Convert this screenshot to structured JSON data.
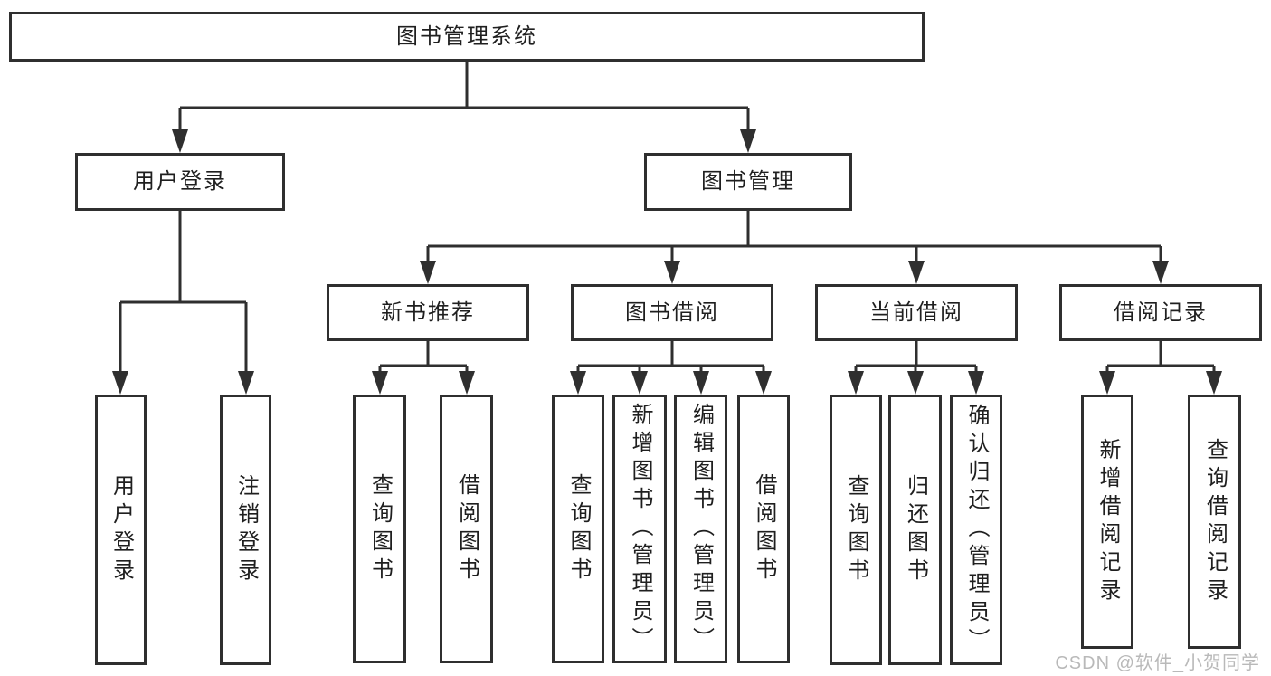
{
  "colors": {
    "line": "#2f2f2f",
    "text": "#1f1f1f",
    "box_bg": "#ffffff",
    "watermark": "#b9b9b9"
  },
  "tree": {
    "root": {
      "label": "图书管理系统"
    },
    "level2": [
      {
        "label": "用户登录"
      },
      {
        "label": "图书管理"
      }
    ],
    "level3": [
      {
        "label": "新书推荐"
      },
      {
        "label": "图书借阅"
      },
      {
        "label": "当前借阅"
      },
      {
        "label": "借阅记录"
      }
    ],
    "leaves": {
      "user_login": [
        {
          "label": "用户登录"
        },
        {
          "label": "注销登录"
        }
      ],
      "new_book_recommend": [
        {
          "label": "查询图书"
        },
        {
          "label": "借阅图书"
        }
      ],
      "book_borrow": [
        {
          "label": "查询图书"
        },
        {
          "label": "新增图书（管理员）"
        },
        {
          "label": "编辑图书（管理员）"
        },
        {
          "label": "借阅图书"
        }
      ],
      "current_borrow": [
        {
          "label": "查询图书"
        },
        {
          "label": "归还图书"
        },
        {
          "label": "确认归还（管理员）"
        }
      ],
      "borrow_records": [
        {
          "label": "新增借阅记录"
        },
        {
          "label": "查询借阅记录"
        }
      ]
    }
  },
  "watermark": {
    "text": "CSDN @软件_小贺同学"
  }
}
